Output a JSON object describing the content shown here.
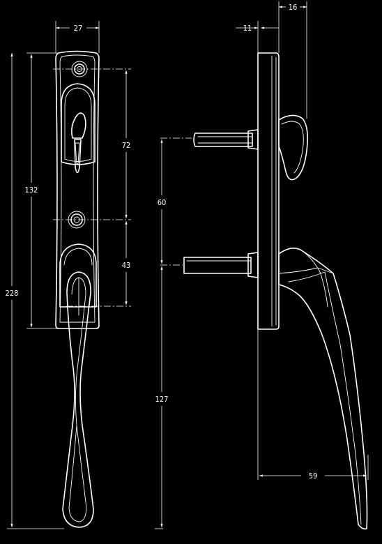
{
  "colors": {
    "background": "#000000",
    "line": "#ffffff"
  },
  "dimensions": {
    "front_width": "27",
    "side_offset": "11",
    "knob_depth": "16",
    "plate_height": "132",
    "total_height": "228",
    "hole_spacing": "72",
    "lower_hole_to_spindle": "43",
    "knob_to_spindle": "60",
    "spindle_to_tip": "127",
    "handle_projection": "59"
  }
}
